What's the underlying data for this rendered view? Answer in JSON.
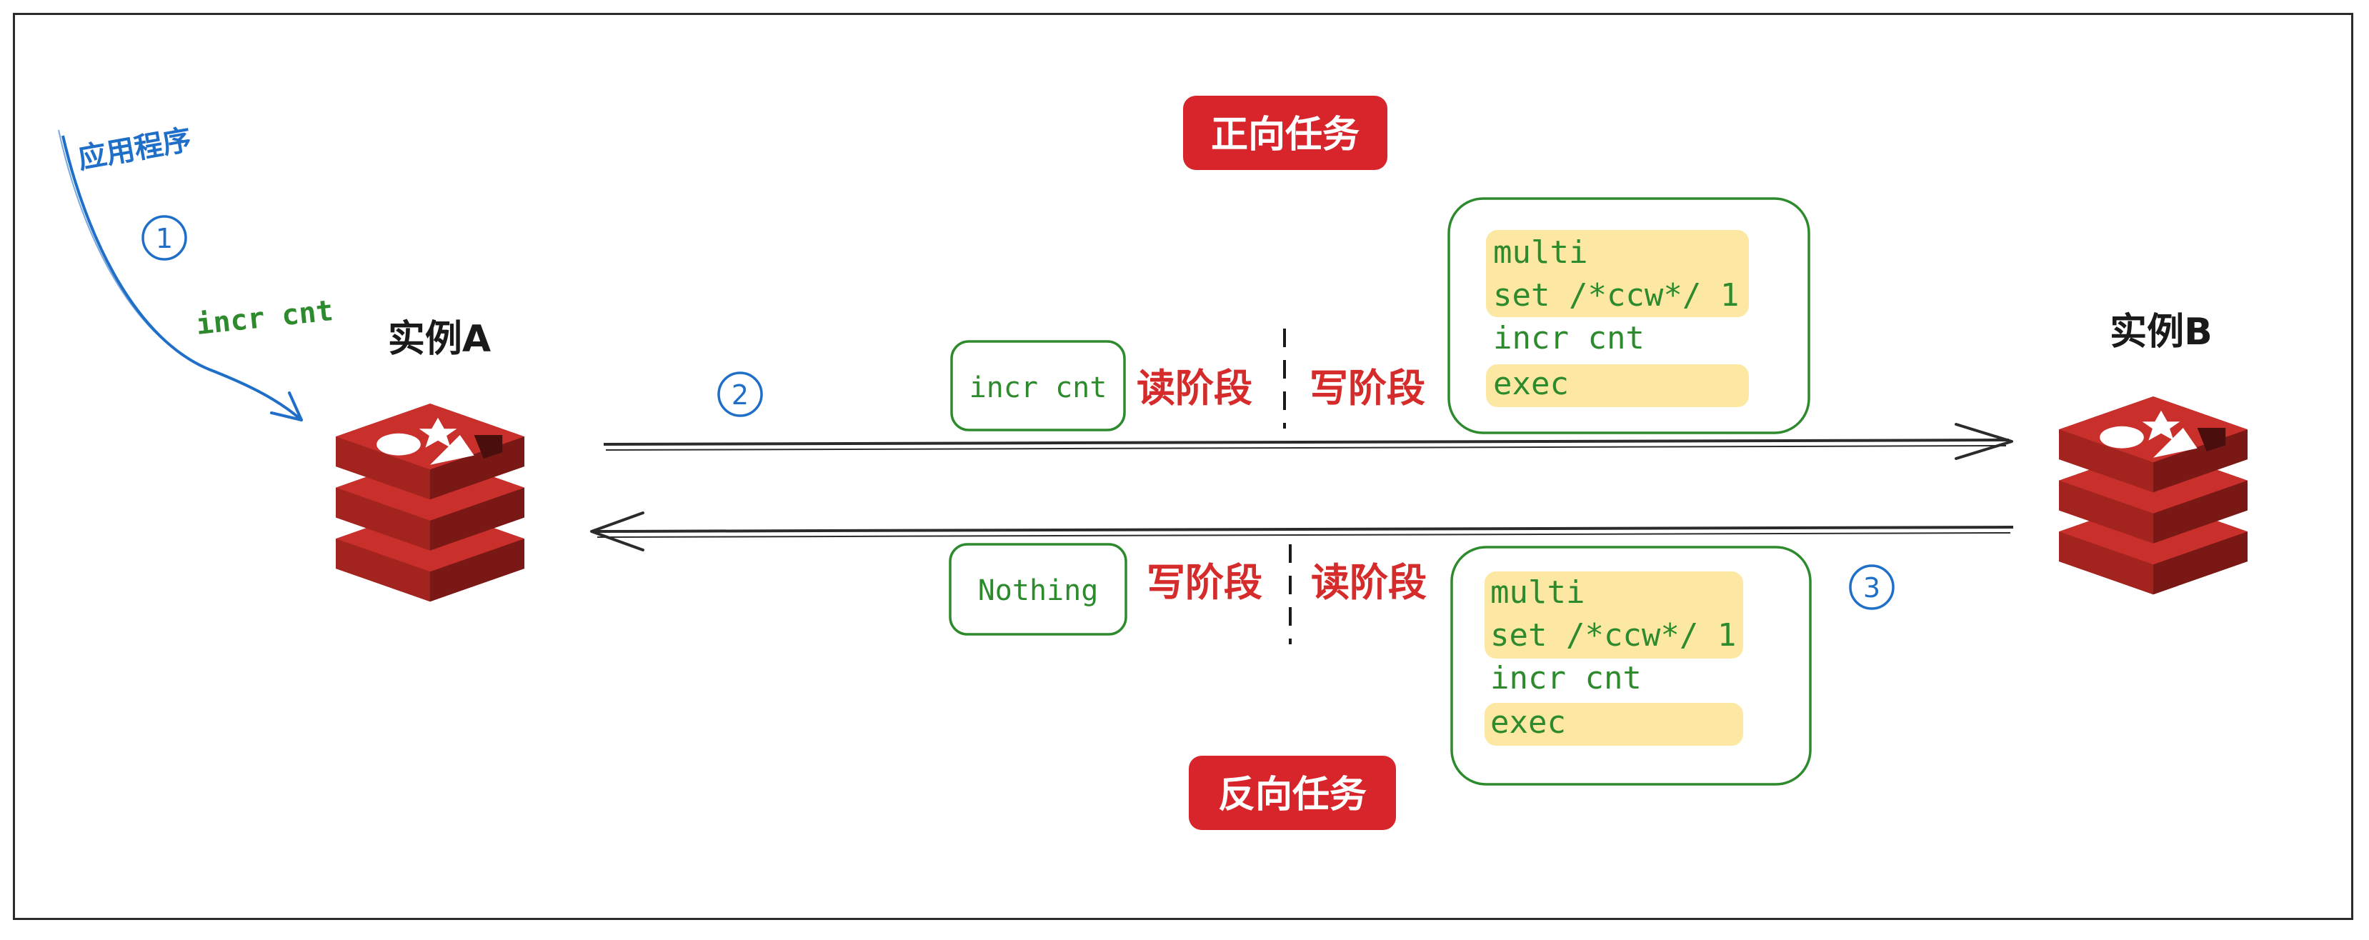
{
  "app": {
    "label": "应用程序",
    "step": "1",
    "command": "incr cnt"
  },
  "instances": {
    "a": "实例A",
    "b": "实例B"
  },
  "forward": {
    "title": "正向任务",
    "step": "2",
    "cmd_box": "incr cnt",
    "phase_read": "读阶段",
    "phase_write": "写阶段",
    "tx_lines": [
      "multi",
      "set /*ccw*/ 1",
      "incr cnt",
      "exec"
    ]
  },
  "reverse": {
    "title": "反向任务",
    "step": "3",
    "cmd_box": "Nothing",
    "phase_write": "写阶段",
    "phase_read": "读阶段",
    "tx_lines": [
      "multi",
      "set /*ccw*/ 1",
      "incr cnt",
      "exec"
    ]
  },
  "colors": {
    "blue": "#1f6fc8",
    "green": "#2d8a2d",
    "red": "#d62b2b",
    "highlight": "#fde8a3",
    "badge": "#d8242b",
    "redis_top": "#c9302c",
    "redis_side": "#8f1d1b"
  }
}
